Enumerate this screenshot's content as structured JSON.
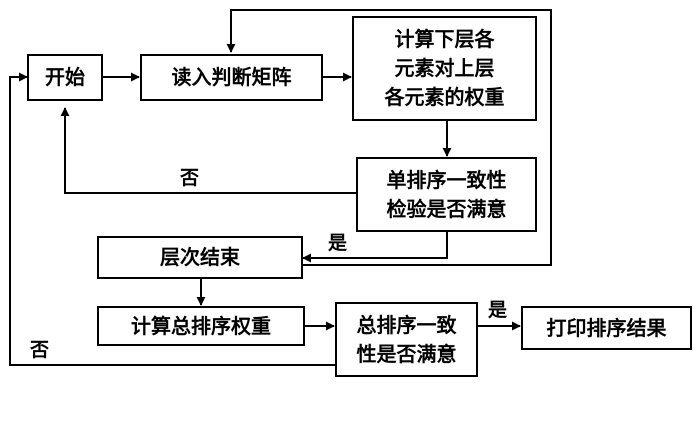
{
  "diagram": {
    "nodes": {
      "start": "开始",
      "read_matrix": "读入判断矩阵",
      "compute_weights": "计算下层各\n元素对上层\n各元素的权重",
      "single_check": "单排序一致性\n检验是否满意",
      "level_end": "层次结束",
      "compute_total": "计算总排序权重",
      "total_check": "总排序一致\n性是否满意",
      "print_result": "打印排序结果"
    },
    "edge_labels": {
      "single_no": "否",
      "single_yes": "是",
      "total_yes": "是",
      "total_no": "否"
    }
  }
}
